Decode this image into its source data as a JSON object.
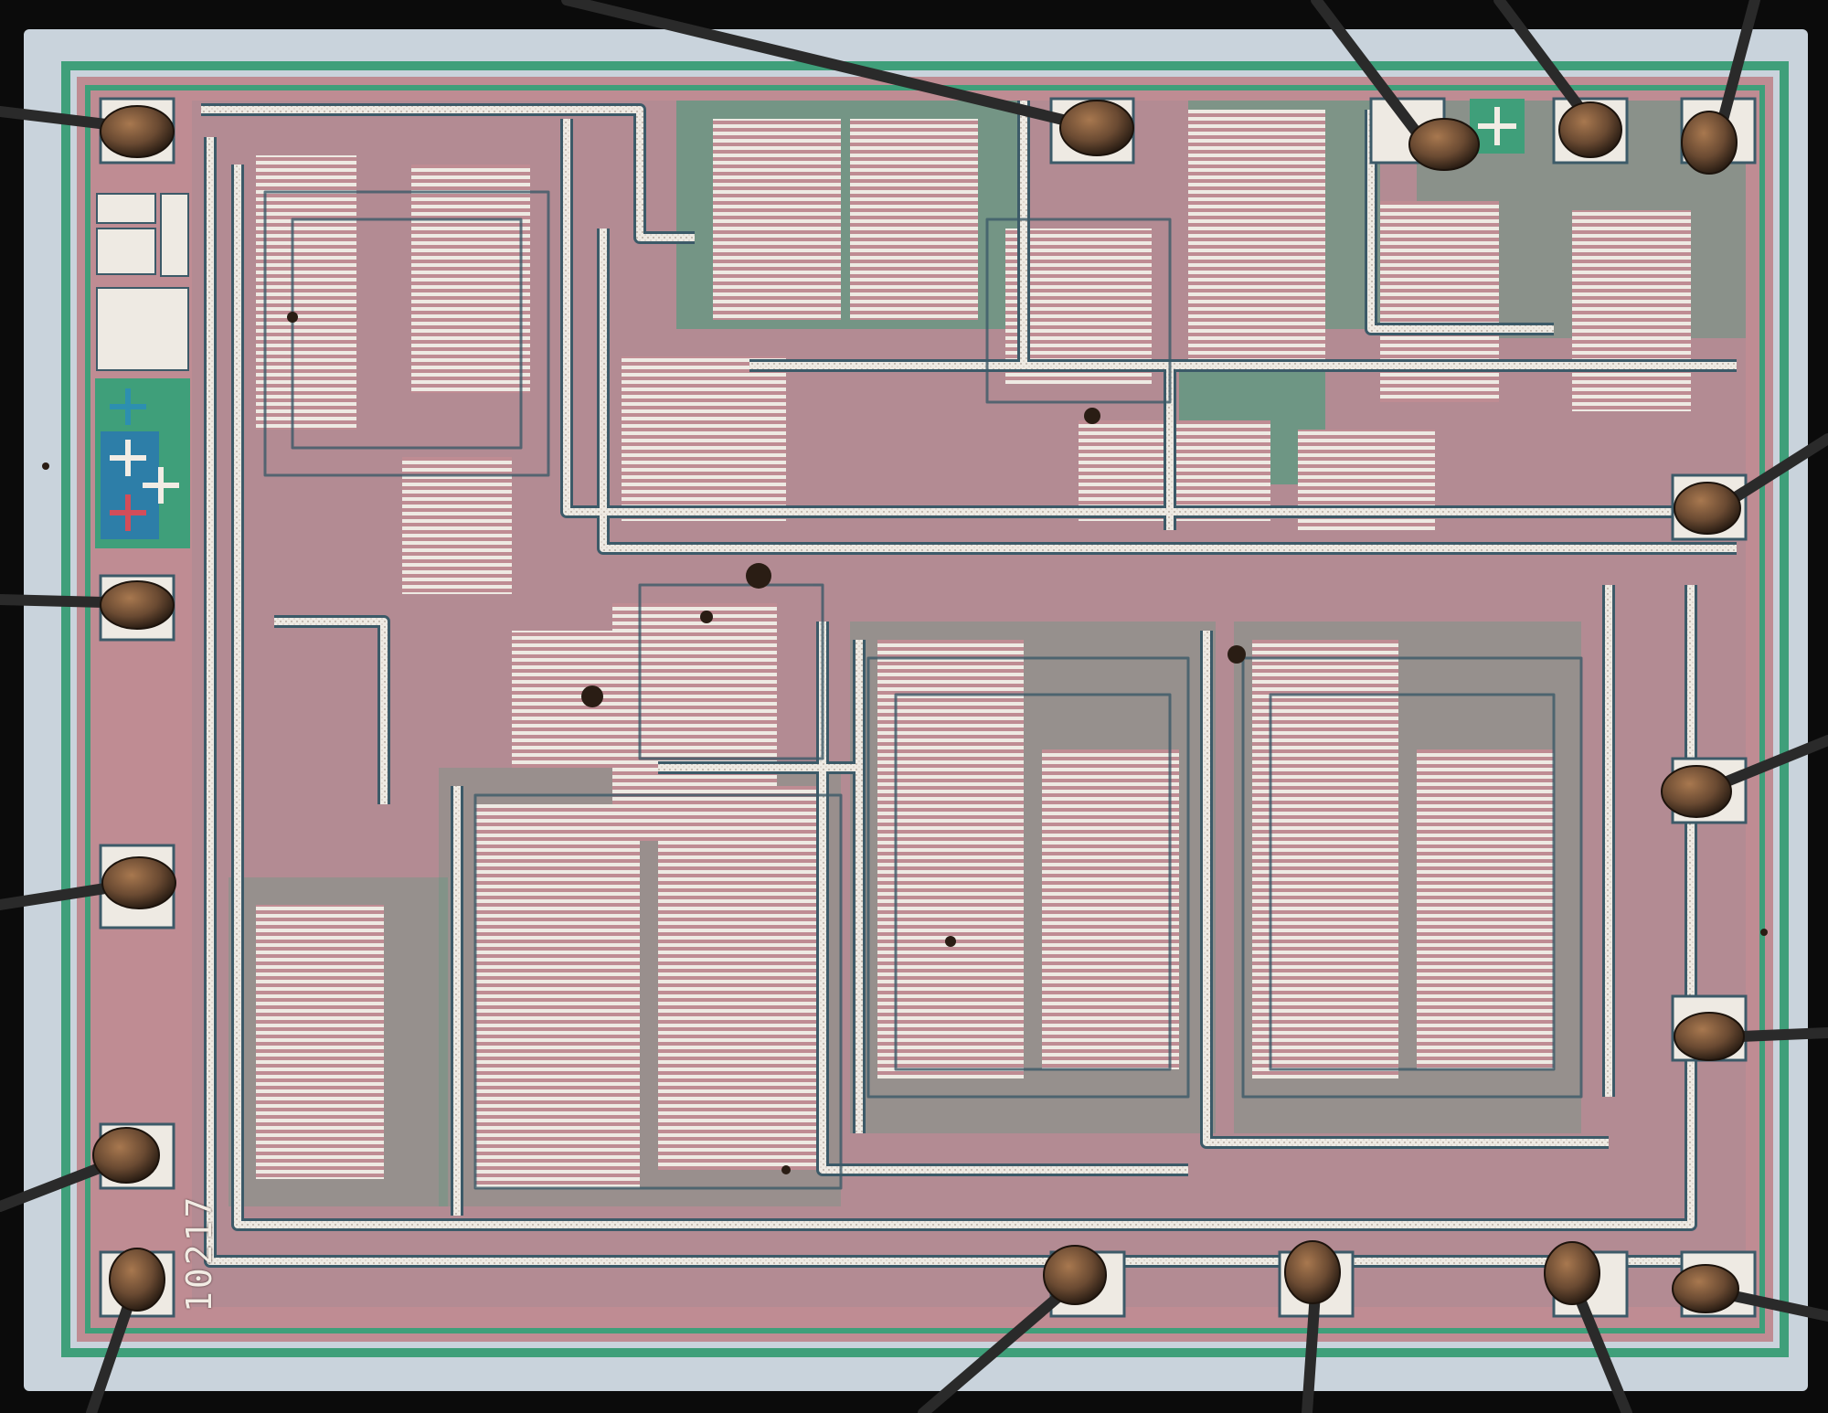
{
  "image": {
    "subject": "integrated-circuit-die-photomicrograph",
    "die_marking": "10217"
  },
  "colors": {
    "background": "#0b0b0b",
    "die_surface": "#c9d3dc",
    "metal": "#eeeae3",
    "metal_outline": "#3c5a68",
    "diffusion_pink": "#bf8c93",
    "field_green": "#3f9f7a",
    "purple_resistor": "#b496bf",
    "bond_ball": "#6a4a32",
    "bond_wire": "#2a2a2a"
  },
  "alignment_marks": [
    "plus-mark",
    "plus-mark",
    "plus-mark",
    "plus-mark",
    "plus-mark"
  ],
  "bond_pad_count": 16
}
